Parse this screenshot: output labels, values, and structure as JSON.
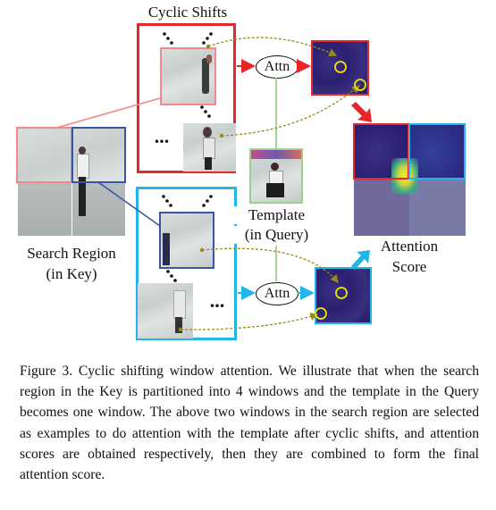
{
  "figure": {
    "cyclic_shifts_label": "Cyclic Shifts",
    "attn_top_label": "Attn",
    "attn_bottom_label": "Attn",
    "template_label_line1": "Template",
    "template_label_line2": "(in Query)",
    "search_region_line1": "Search Region",
    "search_region_line2": "(in Key)",
    "attention_score_line1": "Attention",
    "attention_score_line2": "Score",
    "ellipsis_top": "...",
    "ellipsis_bottom": "..."
  },
  "caption": {
    "text": "Figure 3.  Cyclic shifting window attention.  We illustrate that when the search region in the Key is partitioned into 4 windows and the template in the Query becomes one window.  The above two windows in the search region are selected as examples to do attention with the template after cyclic shifts, and attention scores are obtained respectively, then they are combined to form the final attention score."
  },
  "colors": {
    "red": "#e8262a",
    "pink": "#f08a8a",
    "blue_dark": "#3a55a8",
    "cyan": "#22b5e8",
    "green": "#9bd08a",
    "olive": "#9a8a1a",
    "yellow": "#f2e600"
  }
}
